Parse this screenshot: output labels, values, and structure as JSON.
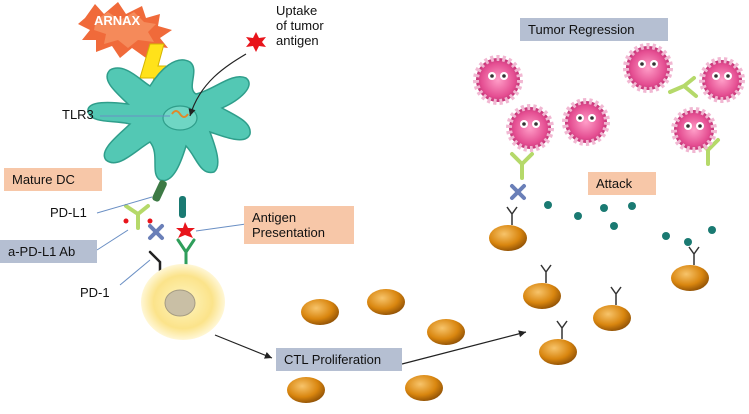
{
  "labels": {
    "arnax": "ARNAX",
    "uptake": "Uptake\nof tumor\nantigen",
    "tlr3": "TLR3",
    "mature_dc": "Mature DC",
    "pdl1": "PD-L1",
    "apdl1_ab": "a-PD-L1 Ab",
    "pd1": "PD-1",
    "antigen_presentation": "Antigen\nPresentation",
    "ctl_proliferation": "CTL Proliferation",
    "tumor_regression": "Tumor Regression",
    "attack": "Attack"
  },
  "colors": {
    "dc": "#53c8b4",
    "dc_stroke": "#2f9e8b",
    "orange_box": "#f7c7a8",
    "blue_box": "#b5bfd2",
    "ctl": "#d9860f",
    "tumor": "#e44d91",
    "granule": "#1a7a72",
    "antibody": "#b5d96a",
    "explosion": "#f06a3a"
  }
}
